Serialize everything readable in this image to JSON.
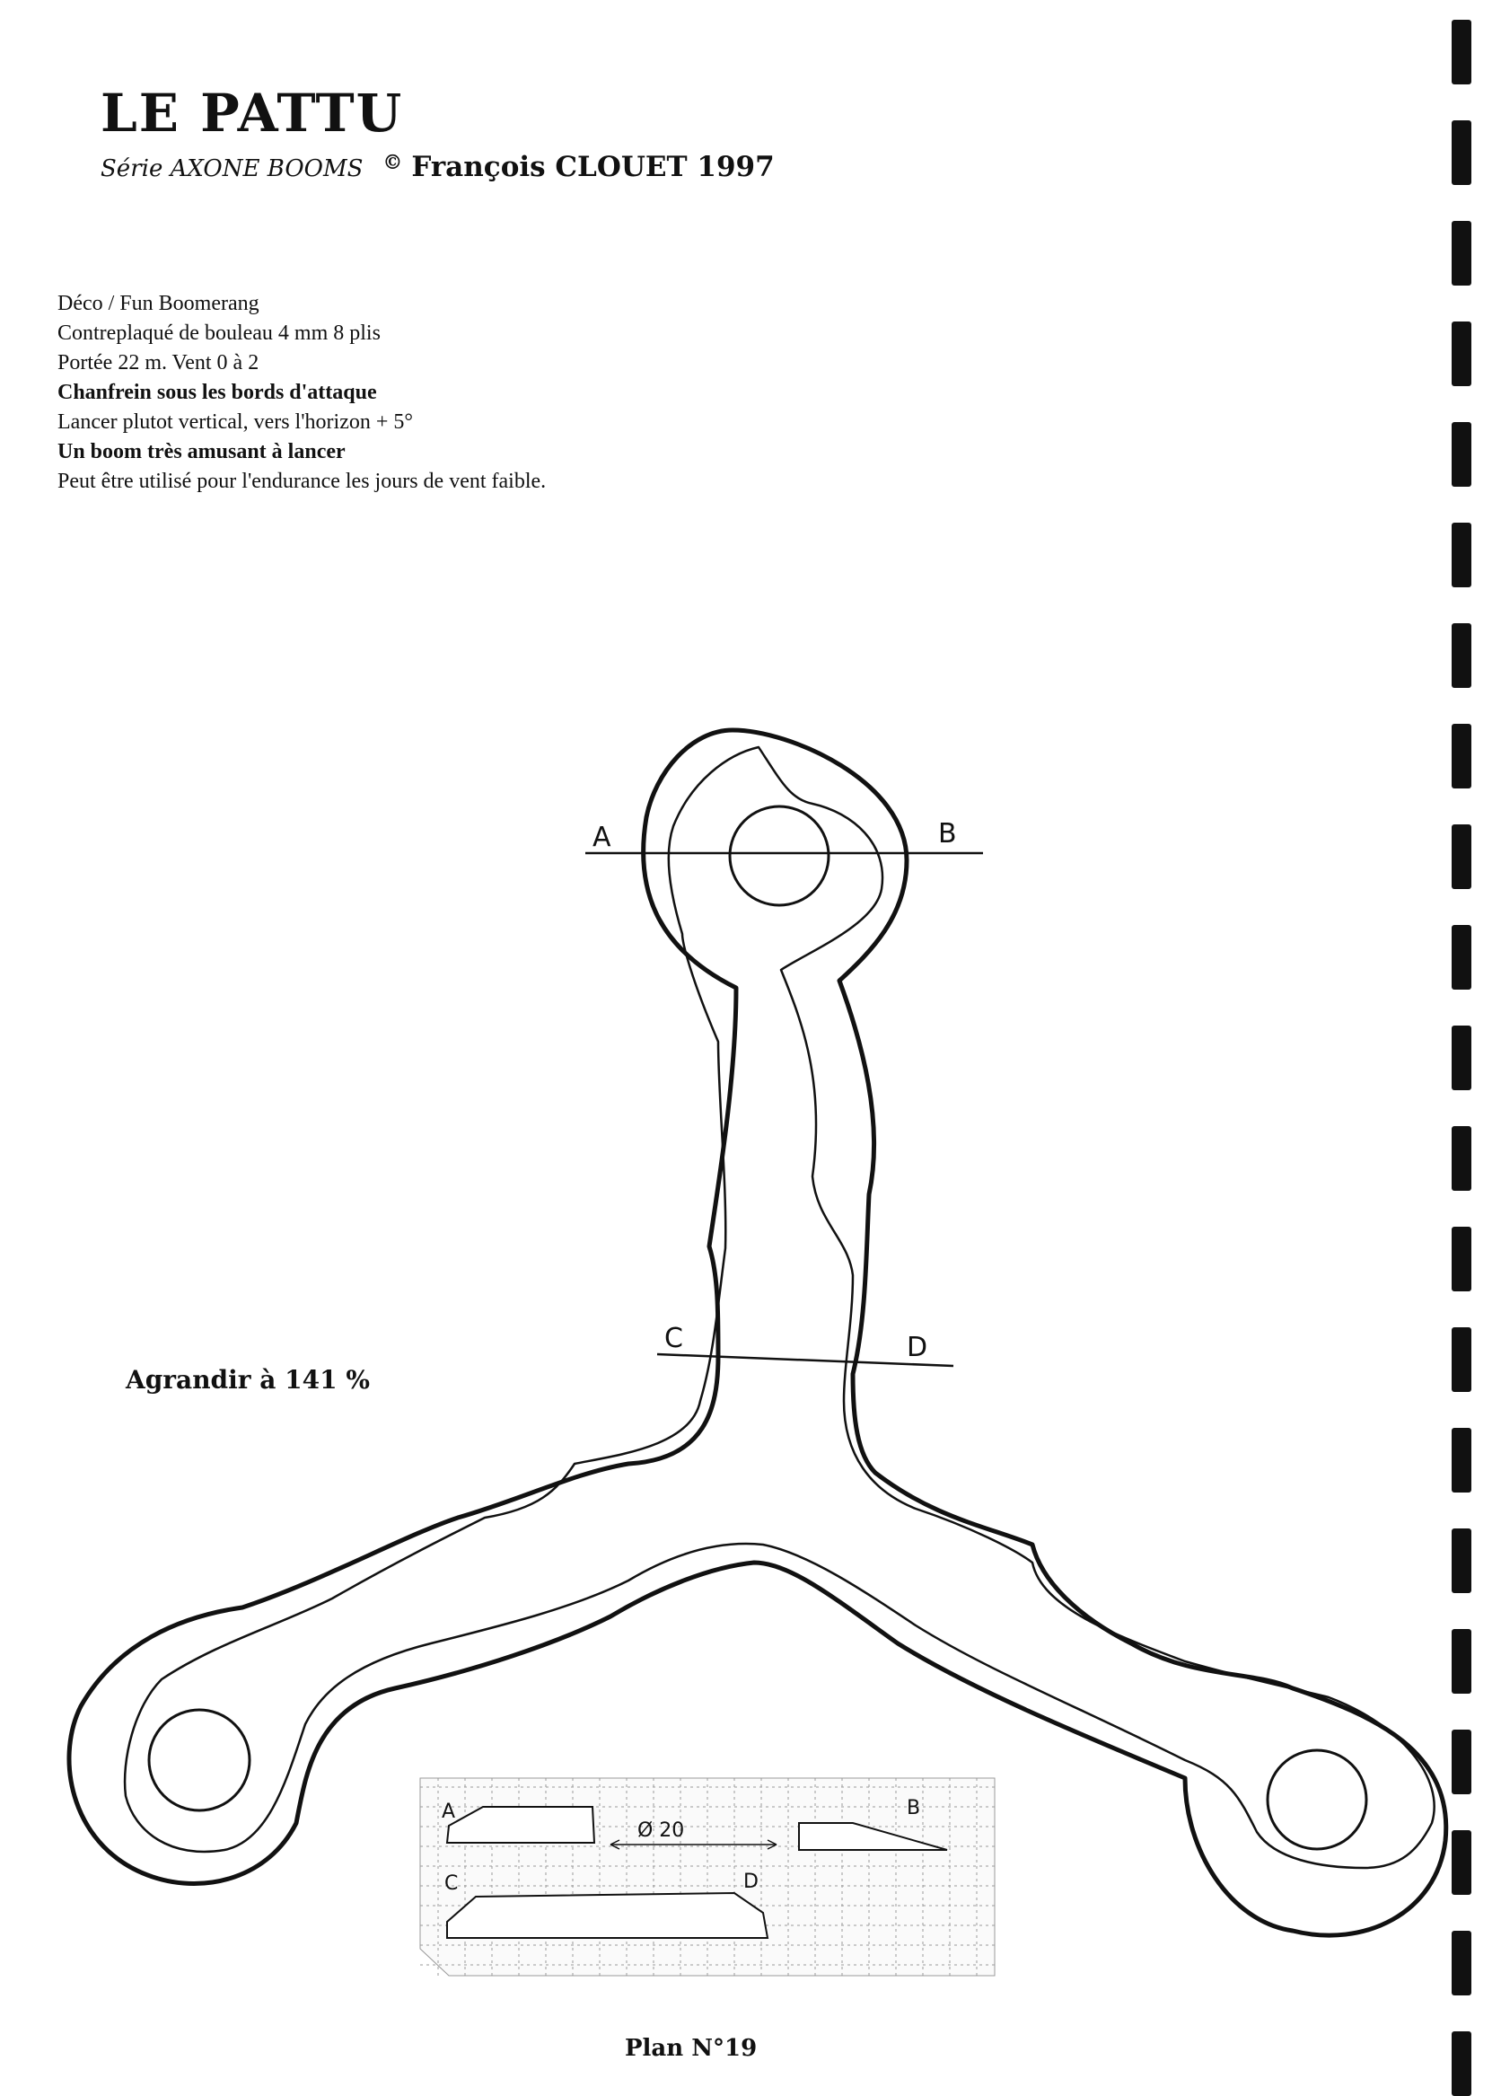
{
  "header": {
    "title": "LE PATTU",
    "series": "Série AXONE BOOMS",
    "copyright": "©",
    "author": "François CLOUET 1997"
  },
  "specs": [
    "Déco / Fun Boomerang",
    "Contreplaqué de bouleau 4 mm 8 plis",
    "Portée 22 m. Vent 0 à 2",
    "Chanfrein sous les bords d'attaque",
    "Lancer plutot vertical, vers l'horizon + 5°",
    "Un boom très amusant à lancer",
    "Peut être utilisé pour l'endurance les jours de vent faible."
  ],
  "enlarge_note": "Agrandir à 141 %",
  "section_labels": {
    "a": "A",
    "b": "B",
    "c": "C",
    "d": "D"
  },
  "profile": {
    "diameter_label": "Ø 20"
  },
  "plan_number": "Plan N°19"
}
